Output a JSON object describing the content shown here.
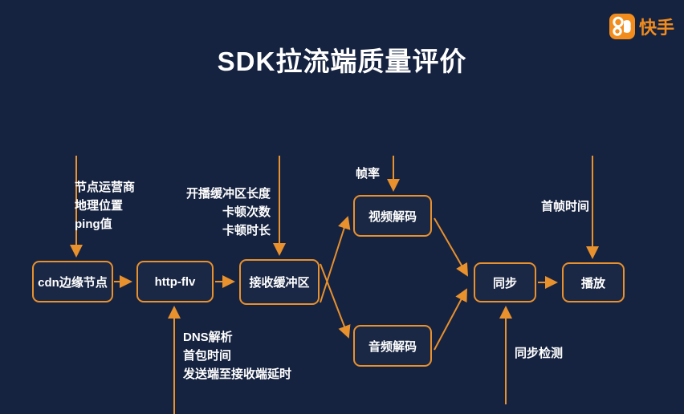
{
  "title": "SDK拉流端质量评价",
  "logo": {
    "brand": "快手"
  },
  "colors": {
    "background": "#162340",
    "accent_orange": "#E8912D",
    "logo_orange": "#F28D1D",
    "text": "#FFFFFF"
  },
  "diagram": {
    "nodes": [
      {
        "id": "cdn",
        "label": "cdn边缘节点"
      },
      {
        "id": "http_flv",
        "label": "http-flv"
      },
      {
        "id": "recv_buffer",
        "label": "接收缓冲区"
      },
      {
        "id": "video_decode",
        "label": "视频解码"
      },
      {
        "id": "audio_decode",
        "label": "音频解码"
      },
      {
        "id": "sync",
        "label": "同步"
      },
      {
        "id": "play",
        "label": "播放"
      }
    ],
    "metrics": {
      "cdn": {
        "lines": [
          "节点运营商",
          "地理位置",
          "ping值"
        ]
      },
      "recv_buffer": {
        "lines": [
          "开播缓冲区长度",
          "卡顿次数",
          "卡顿时长"
        ]
      },
      "video_decode": {
        "lines": [
          "帧率"
        ]
      },
      "play": {
        "lines": [
          "首帧时间"
        ]
      },
      "http_flv": {
        "lines": [
          "DNS解析",
          "首包时间",
          "发送端至接收端延时"
        ]
      },
      "sync": {
        "lines": [
          "同步检测"
        ]
      }
    },
    "edges": [
      "cdn → http-flv",
      "http-flv → 接收缓冲区",
      "接收缓冲区 → 视频解码",
      "接收缓冲区 → 音频解码",
      "视频解码 → 同步",
      "音频解码 → 同步",
      "同步 → 播放"
    ]
  }
}
